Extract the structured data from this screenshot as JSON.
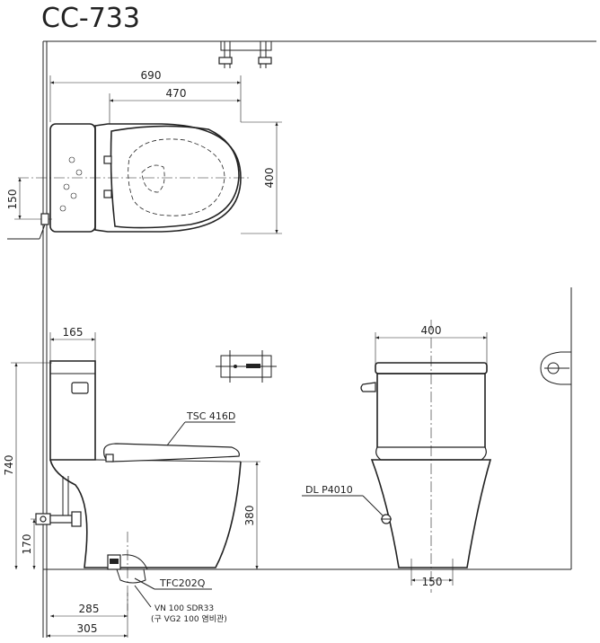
{
  "title": "CC-733",
  "top_view": {
    "dim_total_width": "690",
    "dim_seat_width": "470",
    "dim_depth": "400",
    "dim_supply_offset": "150"
  },
  "side_view": {
    "dim_tank_depth": "165",
    "dim_total_height": "740",
    "dim_supply_height": "170",
    "dim_seat_height": "380",
    "dim_outlet_285": "285",
    "dim_outlet_305": "305",
    "label_seat": "TSC 416D",
    "label_flange": "TFC202Q",
    "label_pipe": "VN 100 SDR33",
    "label_pipe_note": "(구 VG2 100 염비관)"
  },
  "front_view": {
    "dim_width": "400",
    "dim_base": "150",
    "label_valve": "DL P4010"
  }
}
